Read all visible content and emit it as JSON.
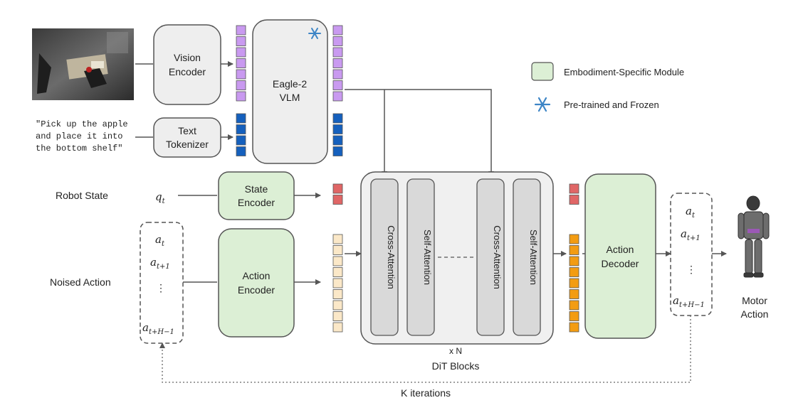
{
  "legend": {
    "embodiment": "Embodiment-Specific Module",
    "frozen": "Pre-trained and Frozen"
  },
  "colors": {
    "gray_box": "#eeeeee",
    "green_box": "#dcefd5",
    "vision_token": "#c99af0",
    "text_token": "#1560bd",
    "state_token": "#e06666",
    "action_token": "#fbe8c8",
    "output_action_token": "#f39c12",
    "snowflake": "#3d85c6",
    "stroke": "#555555"
  },
  "text_input": [
    "\"Pick up the apple",
    "and place it into",
    "the bottom shelf\""
  ],
  "modules": {
    "vision_encoder": [
      "Vision",
      "Encoder"
    ],
    "text_tokenizer": [
      "Text",
      "Tokenizer"
    ],
    "vlm": [
      "Eagle-2",
      "VLM"
    ],
    "state_encoder": [
      "State",
      "Encoder"
    ],
    "action_encoder": [
      "Action",
      "Encoder"
    ],
    "action_decoder": [
      "Action",
      "Decoder"
    ]
  },
  "row_labels": {
    "robot_state": "Robot State",
    "noised_action": "Noised Action"
  },
  "state_symbol": {
    "base": "q",
    "sub": "t"
  },
  "noised_action_seq": [
    {
      "base": "a",
      "sub": "t"
    },
    {
      "base": "a",
      "sub": "t+1"
    },
    {
      "base": "a",
      "sub": "t+H−1"
    }
  ],
  "output_action_seq": [
    {
      "base": "a",
      "sub": "t"
    },
    {
      "base": "a",
      "sub": "t+1"
    },
    {
      "base": "a",
      "sub": "t+H−1"
    }
  ],
  "dit": {
    "blocks": [
      "Cross-Attention",
      "Self-Attention",
      "Cross-Attention",
      "Self-Attention"
    ],
    "repeat": "x N",
    "title": "DiT Blocks"
  },
  "motor_action": [
    "Motor",
    "Action"
  ],
  "loop_label": "K iterations"
}
